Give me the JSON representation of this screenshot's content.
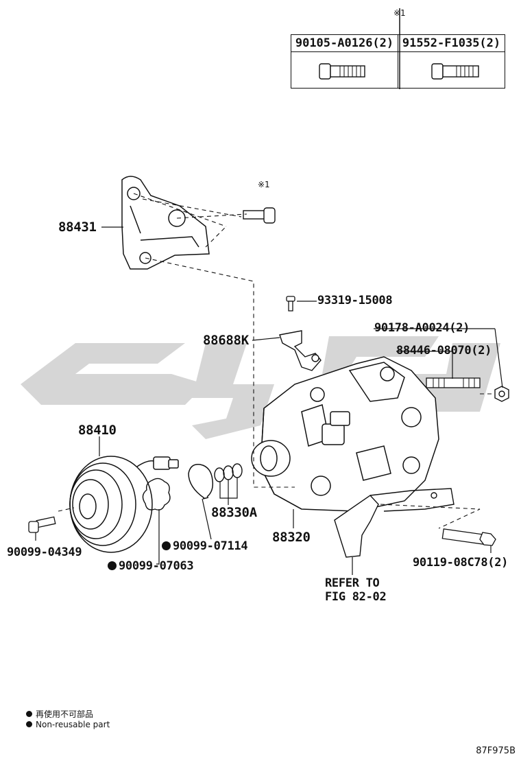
{
  "reference_table": {
    "mark": "※1",
    "columns": [
      {
        "part": "90105-A0126(2)",
        "icon": "flange-bolt-icon"
      },
      {
        "part": "91552-F1035(2)",
        "icon": "flange-bolt-icon"
      }
    ]
  },
  "callouts": {
    "p88431": "88431",
    "mark1": "※1",
    "p93319": "93319-15008",
    "p88688": "88688K",
    "p90178": "90178-A0024(2)",
    "p88446": "88446-08070(2)",
    "p88410": "88410",
    "p88330": "88330A",
    "p88320": "88320",
    "p90099_04349": "90099-04349",
    "p90099_07114": "90099-07114",
    "p90099_07063": "90099-07063",
    "p90119": "90119-08C78(2)",
    "refer_line1": "REFER TO",
    "refer_line2": "FIG 82-02"
  },
  "legend": {
    "line1": "再使用不可部品",
    "line2": "Non-reusable part"
  },
  "figure_id": "87F975B",
  "colors": {
    "ink": "#111111",
    "watermark": "#d3d3d3"
  }
}
